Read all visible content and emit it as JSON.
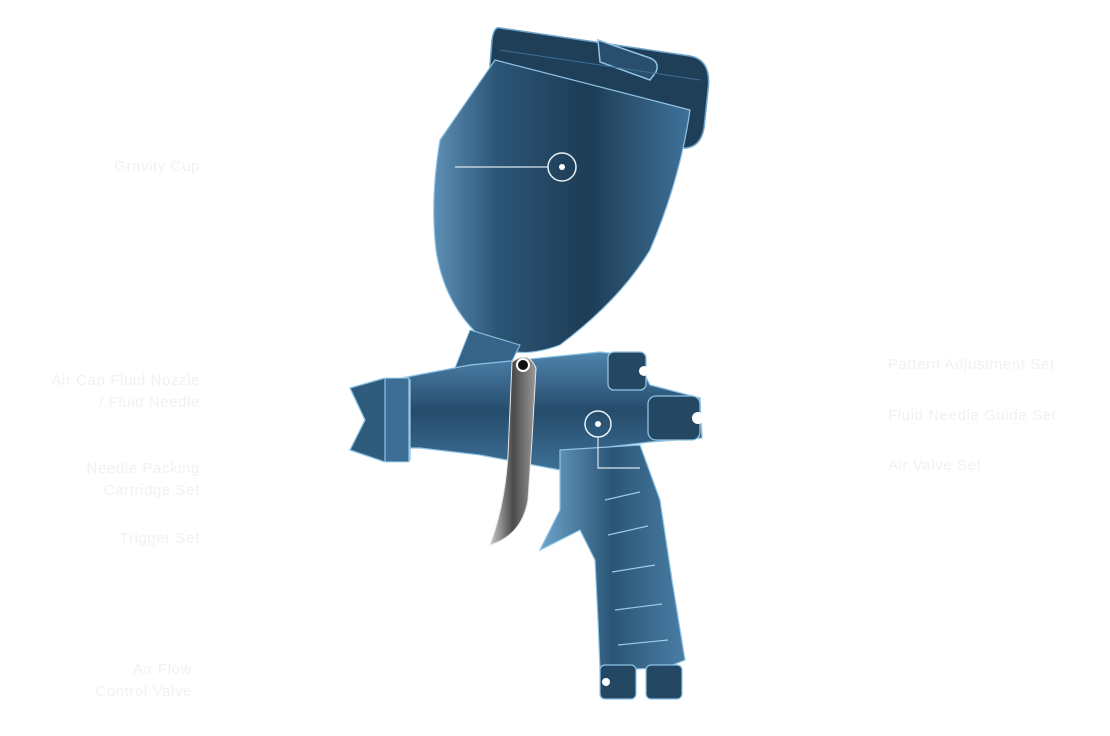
{
  "colors": {
    "background": "#ffffff",
    "label_text": "#f1f1f1",
    "gun_dark": "#1d3c55",
    "gun_mid": "#2f5b7d",
    "gun_highlight": "#8fc3e4",
    "leader_line": "#d8e6ef"
  },
  "labels": {
    "gravity_cup": "Gravity Cup",
    "nozzle_line1": "Air Cap Fluid Nozzle",
    "nozzle_line2": "/ Fluid Needle",
    "packing_line1": "Needle Packing",
    "packing_line2": "Cartridge Set",
    "trigger": "Trigger Set",
    "airflow_line1": "Air Flow",
    "airflow_line2": "Control Valve",
    "pattern": "Pattern Adjustment Set",
    "fluid_guide": "Fluid Needle Guide Set",
    "air_valve": "Air Valve Set"
  }
}
